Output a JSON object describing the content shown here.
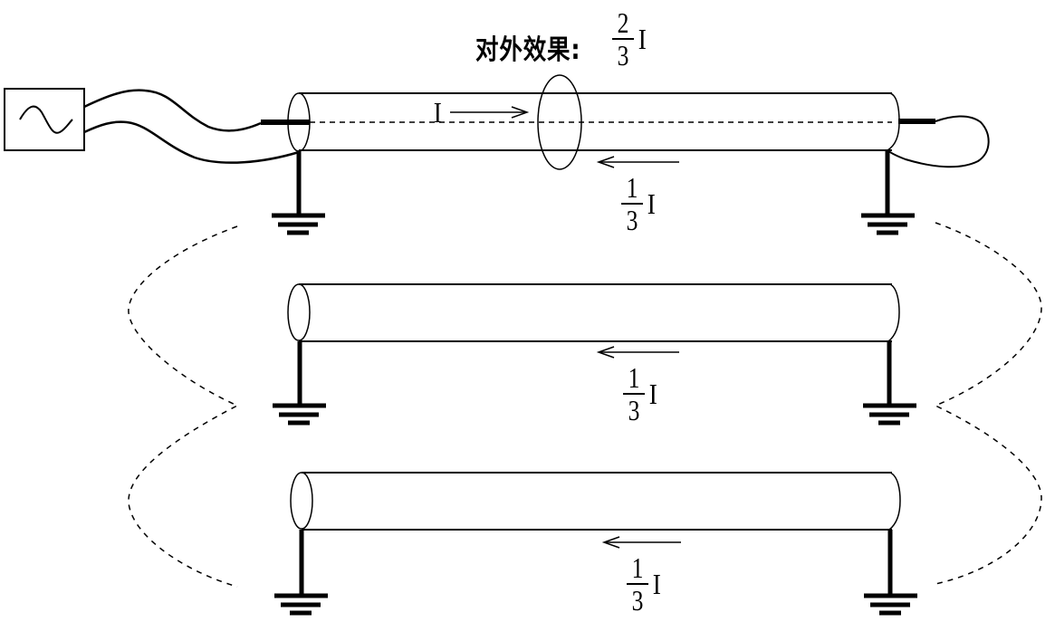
{
  "title": {
    "text": "对外效果:",
    "fraction": {
      "numerator": "2",
      "denominator": "3"
    },
    "symbol": "I"
  },
  "source": {
    "icon": "ac-source-icon",
    "label": ""
  },
  "cables": [
    {
      "name": "driven-cable",
      "core_current_label": "I",
      "shield_current": {
        "numerator": "1",
        "denominator": "3",
        "symbol": "I",
        "direction": "left"
      }
    },
    {
      "name": "neighbor-cable-1",
      "shield_current": {
        "numerator": "1",
        "denominator": "3",
        "symbol": "I",
        "direction": "left"
      }
    },
    {
      "name": "neighbor-cable-2",
      "shield_current": {
        "numerator": "1",
        "denominator": "3",
        "symbol": "I",
        "direction": "left"
      }
    }
  ],
  "colors": {
    "stroke": "#000000",
    "background": "#ffffff"
  }
}
